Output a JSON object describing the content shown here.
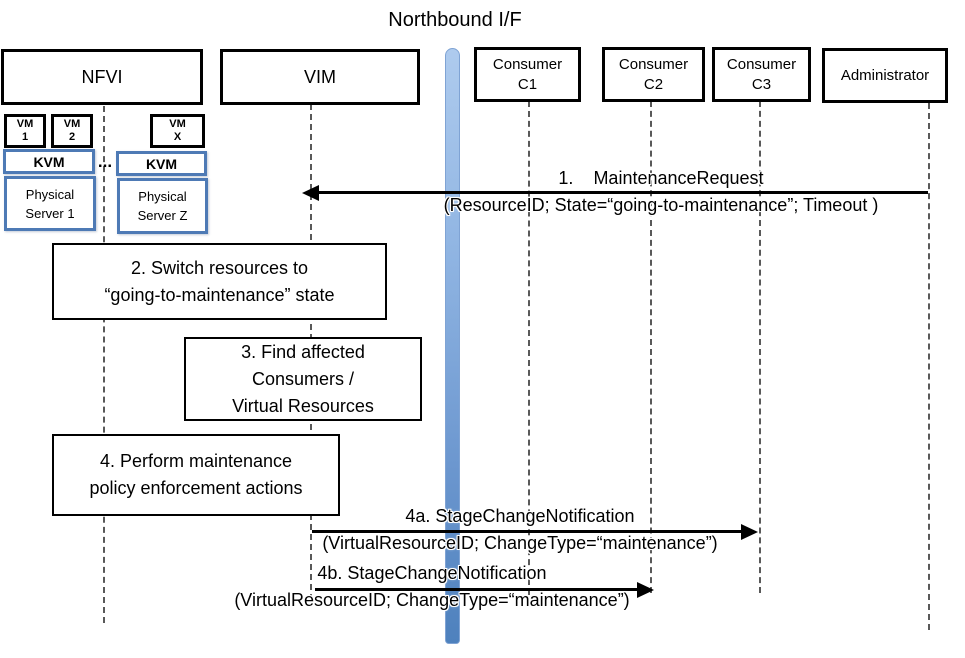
{
  "title": "Northbound I/F",
  "actors": {
    "nfvi": {
      "label": "NFVI"
    },
    "vim": {
      "label": "VIM"
    },
    "c1": {
      "label": "Consumer\nC1"
    },
    "c2": {
      "label": "Consumer\nC2"
    },
    "c3": {
      "label": "Consumer\nC3"
    },
    "admin": {
      "label": "Administrator"
    }
  },
  "nfvi_detail": {
    "vm1": "VM\n1",
    "vm2": "VM\n2",
    "vmx": "VM\nX",
    "kvm_left": "KVM",
    "kvm_right": "KVM",
    "dots": "...",
    "server1": "Physical\nServer 1",
    "serverz": "Physical\nServer Z"
  },
  "activities": {
    "step2": "2. Switch resources to\n“going-to-maintenance” state",
    "step3": "3. Find affected\nConsumers /\nVirtual Resources",
    "step4": "4. Perform maintenance\npolicy enforcement actions"
  },
  "messages": {
    "m1": {
      "name": "1.    MaintenanceRequest",
      "params": "(ResourceID; State=“going-to-maintenance”; Timeout )"
    },
    "m4a": {
      "name": "4a. StageChangeNotification",
      "params": "(VirtualResourceID; ChangeType=“maintenance”)"
    },
    "m4b": {
      "name": "4b. StageChangeNotification",
      "params": "(VirtualResourceID; ChangeType=“maintenance”)"
    }
  },
  "colors": {
    "accent_blue": "#4e81bd",
    "bar_gradient_top": "#aecbee",
    "bar_gradient_bottom": "#4e81bd",
    "line_black": "#000000",
    "lifeline_gray": "#595959"
  }
}
